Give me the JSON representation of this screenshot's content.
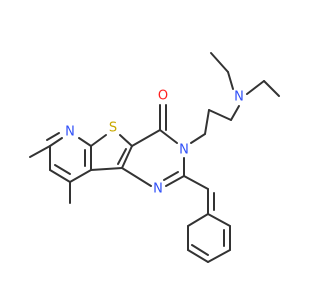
{
  "atoms": {
    "n_pyridine": {
      "symbol": "N",
      "color": "#3050f8"
    },
    "s_thiophene": {
      "symbol": "S",
      "color": "#c8a800"
    },
    "o_carbonyl": {
      "symbol": "O",
      "color": "#ff2020"
    },
    "n_pyrimidine_3": {
      "symbol": "N",
      "color": "#3050f8"
    },
    "n_pyrimidine_1": {
      "symbol": "N",
      "color": "#3050f8"
    },
    "n_diethylamino": {
      "symbol": "N",
      "color": "#3050f8"
    }
  },
  "colors": {
    "bond": "#333333",
    "background": "#ffffff"
  }
}
